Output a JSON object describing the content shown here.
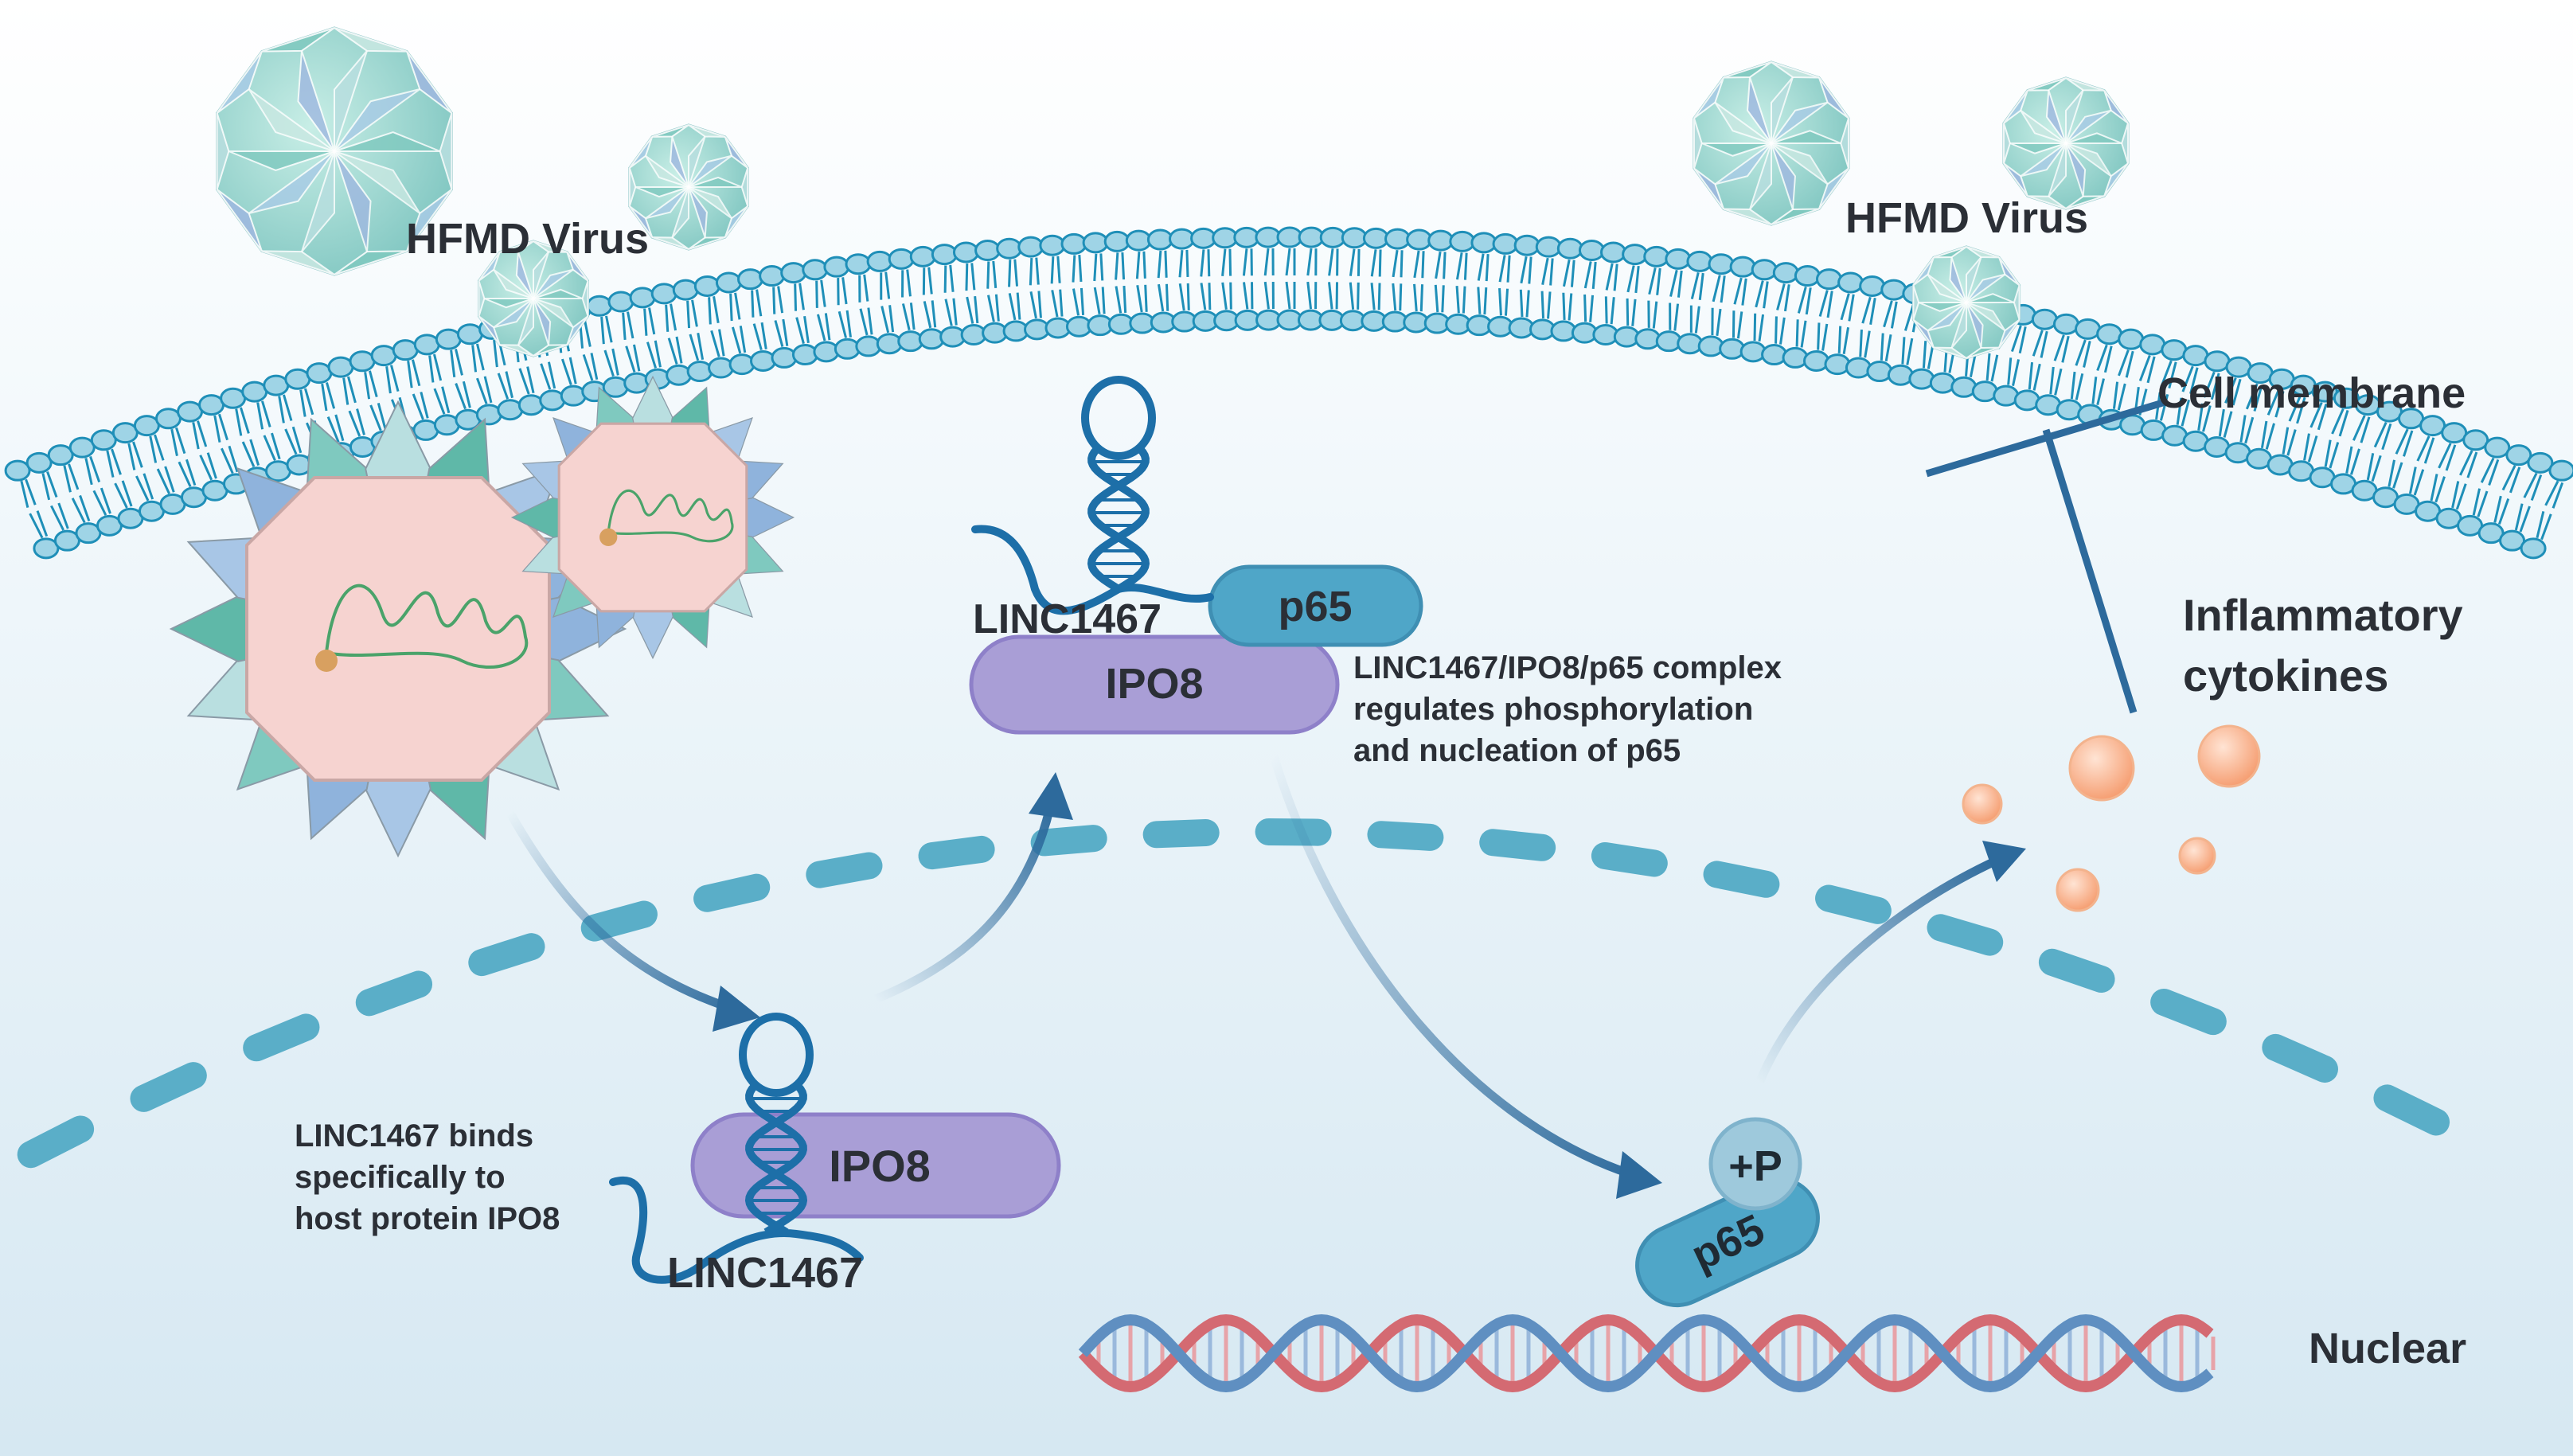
{
  "labels": {
    "virus_left": "HFMD Virus",
    "virus_right": "HFMD Virus",
    "cell_membrane": "Cell membrane",
    "inflammatory_line1": "Inflammatory",
    "inflammatory_line2": "cytokines",
    "nuclear": "Nuclear",
    "linc_top": "LINC1467",
    "linc_bottom": "LINC1467",
    "p65_top": "p65",
    "p65_bottom": "p65",
    "ipo8_top": "IPO8",
    "ipo8_bottom": "IPO8",
    "phospho": "+P"
  },
  "notes": {
    "complex": [
      "LINC1467/IPO8/p65 complex",
      "regulates phosphorylation",
      "and nucleation of p65"
    ],
    "binds": [
      "LINC1467 binds",
      "specifically to",
      "host protein IPO8"
    ]
  },
  "colors": {
    "membrane_head": "#9fd4e6",
    "membrane_stroke": "#1f8fb8",
    "dash": "#5aaec8",
    "arrow": "#2d6a9c",
    "ipo8": "#a99ed6",
    "p65": "#4fa6c8",
    "cytokine": "#f7b08a",
    "dna_red": "#d46a72",
    "dna_blue": "#5f8fc1"
  }
}
